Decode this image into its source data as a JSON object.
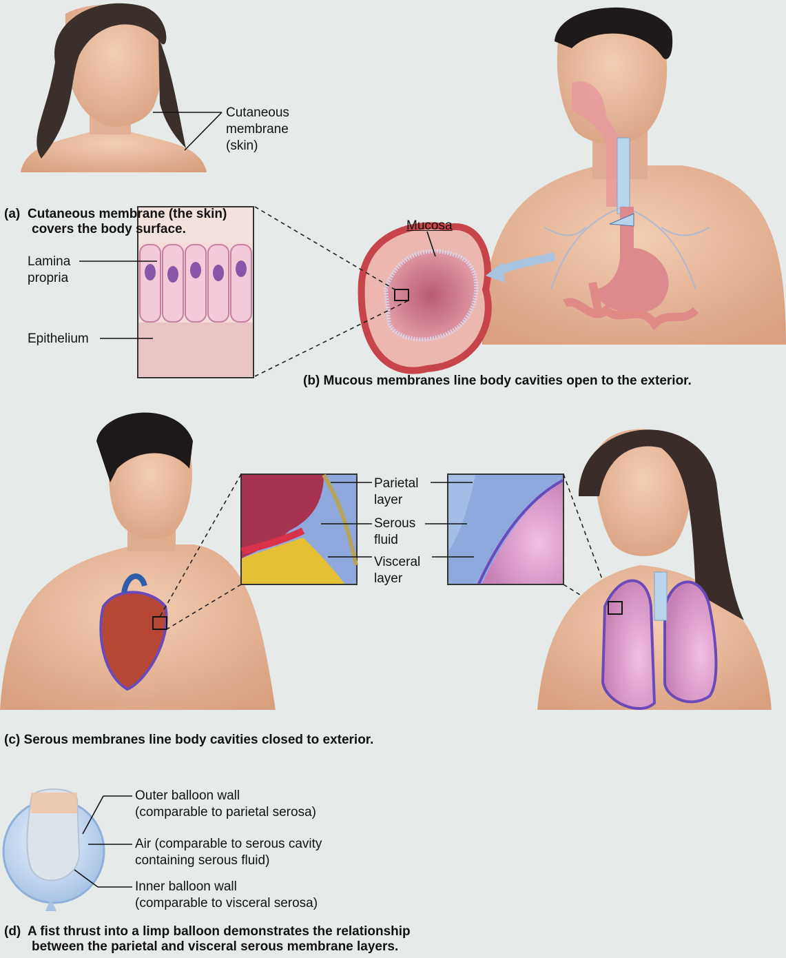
{
  "panel_a": {
    "label_line1": "Cutaneous",
    "label_line2": "membrane",
    "label_line3": "(skin)",
    "caption_letter": "(a)",
    "caption_line1": "Cutaneous membrane (the skin)",
    "caption_line2": "covers the body surface."
  },
  "panel_b": {
    "mucosa_label": "Mucosa",
    "lamina_line1": "Lamina",
    "lamina_line2": "propria",
    "epithelium_label": "Epithelium",
    "caption_letter": "(b)",
    "caption_text": "Mucous membranes line body cavities open to the exterior."
  },
  "panel_c": {
    "parietal_line1": "Parietal",
    "parietal_line2": "layer",
    "serous_line1": "Serous",
    "serous_line2": "fluid",
    "visceral_line1": "Visceral",
    "visceral_line2": "layer",
    "caption_letter": "(c)",
    "caption_text": "Serous membranes line body cavities closed to exterior."
  },
  "panel_d": {
    "outer_line1": "Outer balloon wall",
    "outer_line2": "(comparable to parietal serosa)",
    "air_line1": "Air (comparable to serous cavity",
    "air_line2": "containing serous fluid)",
    "inner_line1": "Inner balloon wall",
    "inner_line2": "(comparable to visceral serosa)",
    "caption_letter": "(d)",
    "caption_line1": "A fist thrust into a limp balloon demonstrates the relationship",
    "caption_line2": "between the parietal and visceral serous membrane layers."
  },
  "colors": {
    "background": "#e6ebe9",
    "skin": "#e9b99b",
    "mucosa_red": "#c6444a",
    "lung_pink": "#d8a6cf",
    "serous_blue": "#8fa9df",
    "visceral_purple": "#6a4ab8",
    "balloon_blue": "#c9dbf2"
  }
}
